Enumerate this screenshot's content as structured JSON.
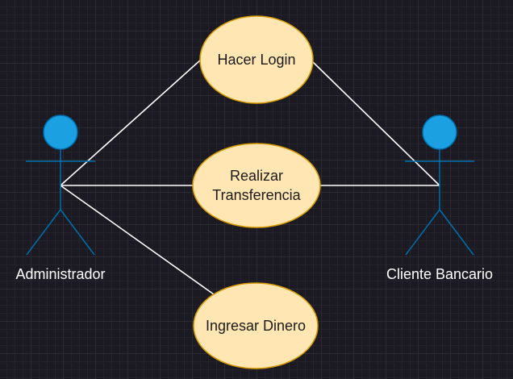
{
  "actors": [
    {
      "id": "admin",
      "label": "Administrador"
    },
    {
      "id": "client",
      "label": "Cliente Bancario"
    }
  ],
  "use_cases": [
    {
      "id": "login",
      "lines": [
        "Hacer Login"
      ]
    },
    {
      "id": "transfer",
      "lines": [
        "Realizar",
        "Transferencia"
      ]
    },
    {
      "id": "deposit",
      "lines": [
        "Ingresar Dinero"
      ]
    }
  ],
  "colors": {
    "background": "#1b1a22",
    "actor_head_fill": "#1ba1e2",
    "actor_stroke": "#006eaf",
    "usecase_fill": "#ffe6b3",
    "usecase_stroke": "#d79b00",
    "association_line": "#ffffff"
  }
}
